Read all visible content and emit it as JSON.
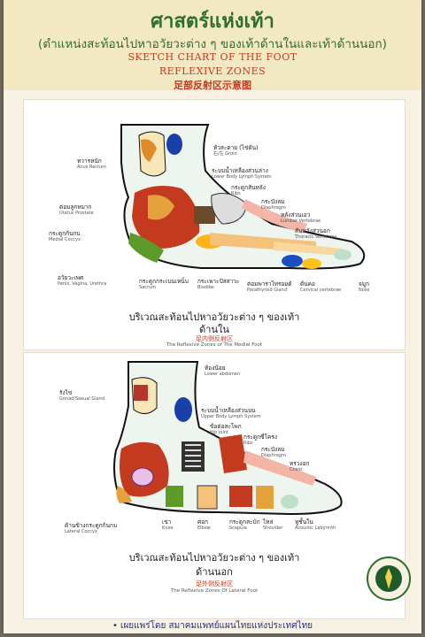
{
  "header": {
    "title_thai": "ศาสตร์แห่งเท้า",
    "subtitle_thai": "(ตำแหน่งสะท้อนไปหาอวัยวะต่าง ๆ  ของเท้าด้านในและเท้าด้านนอก)",
    "title_en_1": "SKETCH CHART OF  THE FOOT",
    "title_en_2": "REFLEXIVE  ZONES",
    "title_cn": "足部反射区示意图"
  },
  "medial": {
    "caption_thai_1": "บริเวณสะท้อนไปหาอวัยวะต่าง ๆ ของเท้า",
    "caption_thai_2": "ด้านใน",
    "caption_cn": "足内侧反射区",
    "caption_en": "The Reflexive Zones of The Medial Foot",
    "labels": [
      {
        "th": "หัวสะตาย (ไข่ดัน)",
        "sub": "右/左 Groin"
      },
      {
        "th": "ระบบน้ำเหลืองส่วนล่าง",
        "sub": "Lower Body Lymph System"
      },
      {
        "th": "กระดูกสันหลัง",
        "sub": "Ribs"
      },
      {
        "th": "กระบังลม",
        "sub": "Diaphragm"
      },
      {
        "th": "ต่อมลูกหมาก",
        "sub": "Uterus Prostate"
      },
      {
        "th": "กระดูกก้นกบ",
        "sub": "Medial Coccyx"
      },
      {
        "th": "หลังส่วนเอว",
        "sub": "Lumbar Vertebrae"
      },
      {
        "th": "สันหลังส่วนอก",
        "sub": "Thoracic Vertebrae"
      },
      {
        "th": "อวัยวะเพศ",
        "sub": "Penis, Vagina, Urethra"
      },
      {
        "th": "กระดูกกระเบนเหน็บ",
        "sub": "Sacrum"
      },
      {
        "th": "กระเพาะปัสสาวะ",
        "sub": "Bladder"
      },
      {
        "th": "ต่อมพาราไทรอยด์",
        "sub": "Parathyroid Gland"
      },
      {
        "th": "ต้นคอ",
        "sub": "Cervical vertebrae"
      },
      {
        "th": "จมูก",
        "sub": "Nose"
      },
      {
        "th": "ทวารหนัก",
        "sub": "Anus Rectum"
      }
    ]
  },
  "lateral": {
    "caption_thai_1": "บริเวณสะท้อนไปหาอวัยวะต่าง ๆ ของเท้า",
    "caption_thai_2": "ด้านนอก",
    "caption_cn": "足外侧反射区",
    "caption_en": "The Reflexive Zones Of Lateral Foot",
    "labels": [
      {
        "th": "ท้องน้อย",
        "sub": "Lower abdomen"
      },
      {
        "th": "รังไข่",
        "sub": "Gonad/Sexual Gland"
      },
      {
        "th": "ระบบน้ำเหลืองส่วนบน",
        "sub": "Upper Body Lymph System"
      },
      {
        "th": "ข้อต่อสะโพก",
        "sub": "Hip Joint"
      },
      {
        "th": "กระดูกซี่โครง",
        "sub": "Ribs"
      },
      {
        "th": "กระบังลม",
        "sub": "Diaphragm"
      },
      {
        "th": "ทรวงอก",
        "sub": "Chest"
      },
      {
        "th": "ด้านข้างกระดูกก้นกบ",
        "sub": "Lateral Coccyx"
      },
      {
        "th": "เข่า",
        "sub": "Knee"
      },
      {
        "th": "ศอก",
        "sub": "Elbow"
      },
      {
        "th": "กระดูกสะบัก",
        "sub": "Scapula"
      },
      {
        "th": "ไหล่",
        "sub": "Shoulder"
      },
      {
        "th": "หูชั้นใน",
        "sub": "Acoustic Labyrinth"
      }
    ]
  },
  "footer": "• เผยแพร่โดย  สมาคมแพทย์แผนไทยแห่งประเทศไทย",
  "colors": {
    "green_title": "#2f6e2a",
    "red_title": "#c8361f",
    "header_bg": "#f2e9c4"
  }
}
